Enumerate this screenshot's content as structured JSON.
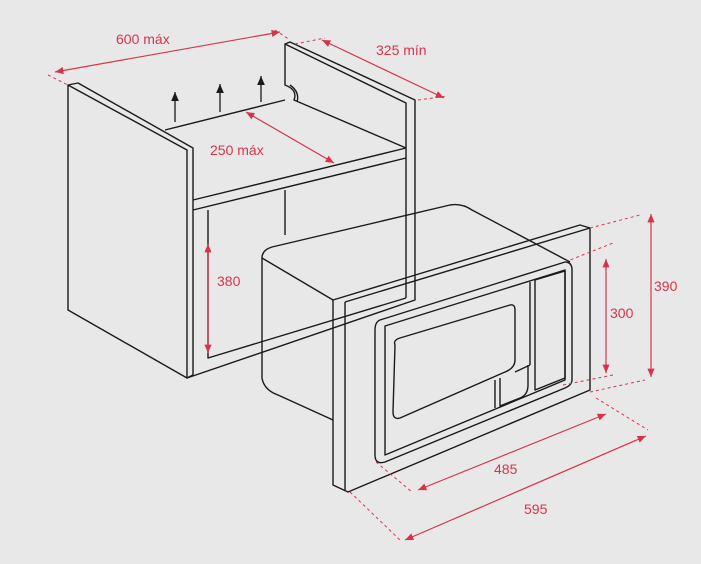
{
  "diagram": {
    "colors": {
      "background": "#e8e8e8",
      "dimension": "#d7344b",
      "outline": "#1a1a1a"
    },
    "cabinet": {
      "width_label": "600 máx",
      "depth_label": "325 mín",
      "vent_depth_label": "250 máx",
      "opening_height_label": "380"
    },
    "microwave": {
      "frame_height_label": "390",
      "body_height_label": "300",
      "body_width_label": "485",
      "frame_width_label": "595"
    }
  }
}
